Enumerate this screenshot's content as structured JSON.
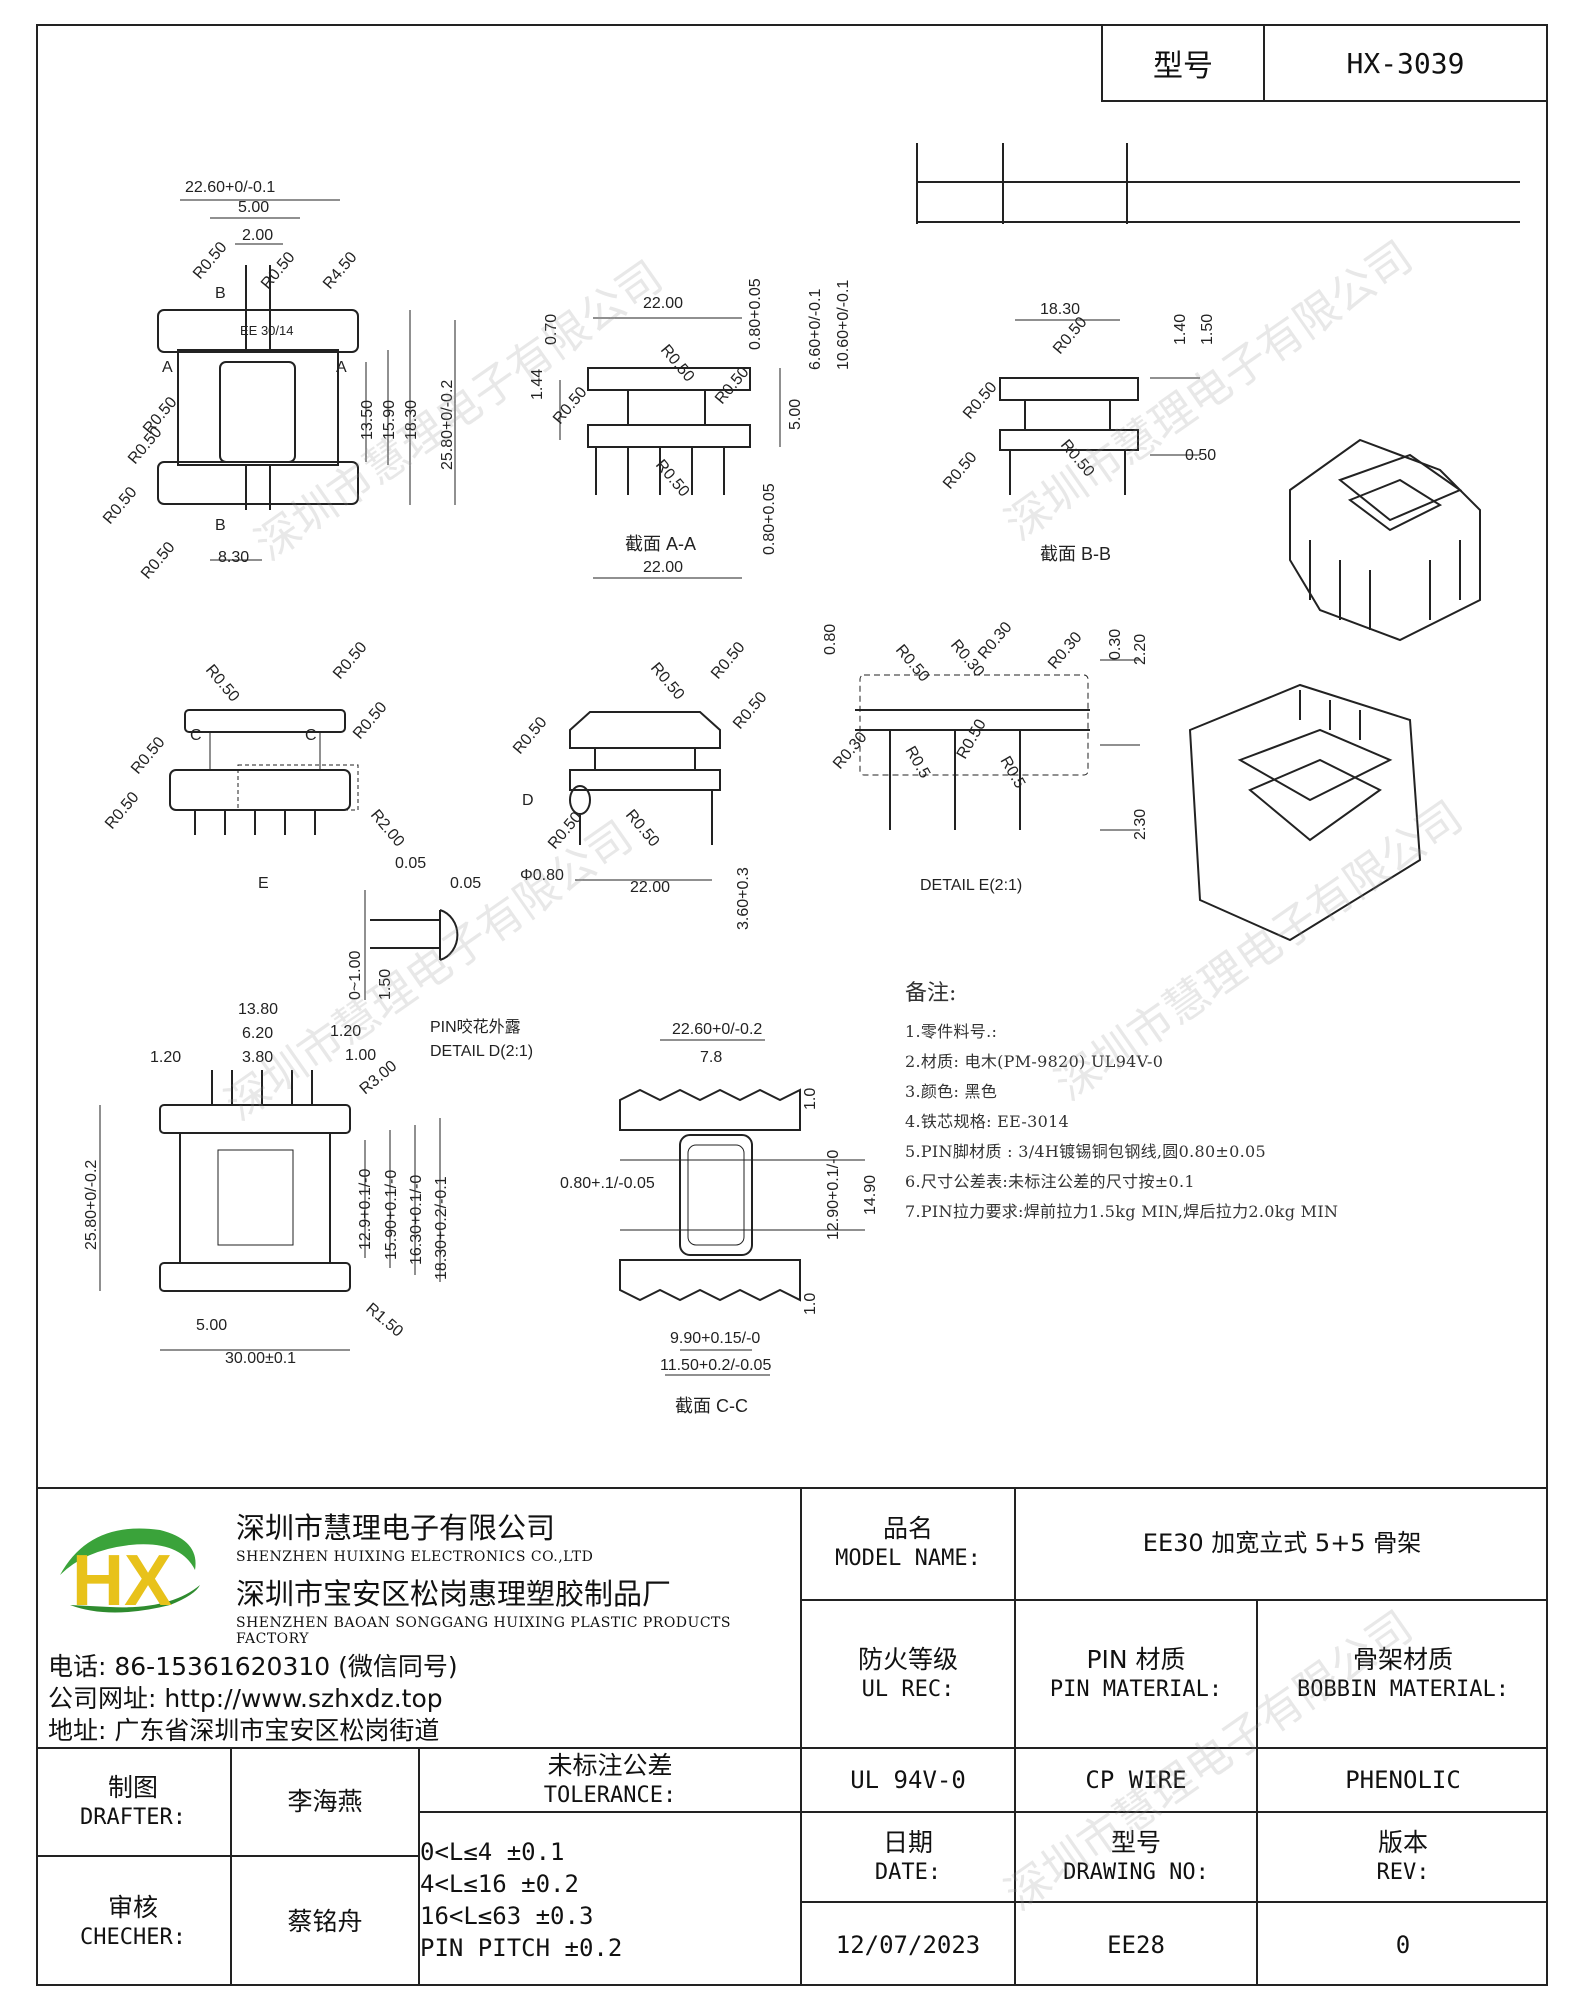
{
  "title_box": {
    "label": "型号",
    "value": "HX-3039"
  },
  "dimensions": {
    "top_view": [
      "22.60+0/-0.1",
      "5.00",
      "2.00",
      "R0.50",
      "R0.50",
      "R4.50",
      "R0.50",
      "R0.50",
      "R0.50",
      "R0.50",
      "13.50",
      "15.90",
      "18.30",
      "25.80+0/-0.2",
      "8.30",
      "A",
      "A",
      "B",
      "B",
      "EE 30/14"
    ],
    "section_aa": [
      "22.00",
      "0.70",
      "0.80+0.05",
      "6.60+0/-0.1",
      "10.60+0/-0.1",
      "1.44",
      "R0.50",
      "R0.50",
      "R0.50",
      "R0.50",
      "5.00",
      "0.80+0.05",
      "22.00"
    ],
    "section_bb": [
      "18.30",
      "1.40",
      "1.50",
      "R0.50",
      "R0.50",
      "R0.50",
      "R0.50",
      "0.50"
    ],
    "front_view": [
      "R0.50",
      "R0.50",
      "R0.50",
      "R0.50",
      "R0.50",
      "R2.00",
      "C",
      "C",
      "E"
    ],
    "side_view": [
      "R0.50",
      "R0.50",
      "R0.50",
      "R0.50",
      "R0.50",
      "R0.50",
      "Φ0.80",
      "22.00",
      "3.60+0.3",
      "D"
    ],
    "detail_e": [
      "0.80",
      "R0.50",
      "R0.30",
      "R0.30",
      "R0.30",
      "0.30",
      "2.20",
      "R0.30",
      "R0.5",
      "R0.50",
      "R0.5",
      "2.30"
    ],
    "detail_d": [
      "0.05",
      "0.05",
      "0~1.00",
      "1.50"
    ],
    "bottom_view": [
      "13.80",
      "6.20",
      "3.80",
      "1.20",
      "1.20",
      "1.00",
      "R3.00",
      "25.80+0/-0.2",
      "12.9+0.1/-0",
      "15.90+0.1/-0",
      "16.30+0.1/-0",
      "18.30+0.2/-0.1",
      "5.00",
      "30.00±0.1",
      "R1.50"
    ],
    "section_cc": [
      "22.60+0/-0.2",
      "7.8",
      "1.0",
      "0.80+.1/-0.05",
      "12.90+0.1/-0",
      "14.90",
      "1.0",
      "9.90+0.15/-0",
      "11.50+0.2/-0.05"
    ]
  },
  "drawing_labels": {
    "section_aa": "截面  A-A",
    "section_bb": "截面  B-B",
    "detail_e": "DETAIL E(2:1)",
    "detail_d_1": "PIN咬花外露",
    "detail_d_2": "DETAIL D(2:1)",
    "section_cc": "截面  C-C"
  },
  "notes": {
    "title": "备注:",
    "items": [
      "1.零件料号.:",
      "2.材质: 电木(PM-9820) UL94V-0",
      "3.颜色: 黑色",
      "4.铁芯规格: EE-3014",
      "5.PIN脚材质 : 3/4H镀锡铜包钢线,圆0.80±0.05",
      "6.尺寸公差表:未标注公差的尺寸按±0.1",
      "7.PIN拉力要求:焊前拉力1.5kg MIN,焊后拉力2.0kg MIN"
    ]
  },
  "company": {
    "logo_text": "HX",
    "name_cn": "深圳市慧理电子有限公司",
    "name_en": "SHENZHEN HUIXING ELECTRONICS CO.,LTD",
    "factory_cn": "深圳市宝安区松岗惠理塑胶制品厂",
    "factory_en": "SHENZHEN BAOAN SONGGANG HUIXING PLASTIC PRODUCTS FACTORY",
    "phone": "电话: 86-15361620310 (微信同号)",
    "website": "公司网址: http://www.szhxdz.top",
    "address": "地址: 广东省深圳市宝安区松岗街道",
    "watermark": "深圳市慧理电子有限公司"
  },
  "title_block": {
    "model_name_cn": "品名",
    "model_name_en": "MODEL NAME:",
    "model_name_value": "EE30 加宽立式 5+5 骨架",
    "fire_cn": "防火等级",
    "fire_en": "UL REC:",
    "pin_cn": "PIN 材质",
    "pin_en": "PIN MATERIAL:",
    "bobbin_cn": "骨架材质",
    "bobbin_en": "BOBBIN MATERIAL:",
    "fire_value": "UL 94V-0",
    "pin_value": "CP WIRE",
    "bobbin_value": "PHENOLIC",
    "drafter_cn": "制图",
    "drafter_en": "DRAFTER:",
    "drafter_name": "李海燕",
    "checker_cn": "审核",
    "checker_en": "CHECHER:",
    "checker_name": "蔡铭舟",
    "tolerance_cn": "未标注公差",
    "tolerance_en": "TOLERANCE:",
    "tolerance_rows": [
      "0<L≤4   ±0.1",
      "4<L≤16  ±0.2",
      "16<L≤63 ±0.3",
      "PIN PITCH ±0.2"
    ],
    "date_cn": "日期",
    "date_en": "DATE:",
    "date_value": "12/07/2023",
    "drawing_no_cn": "型号",
    "drawing_no_en": "DRAWING NO:",
    "drawing_no_value": "EE28",
    "rev_cn": "版本",
    "rev_en": "REV:",
    "rev_value": "0"
  }
}
